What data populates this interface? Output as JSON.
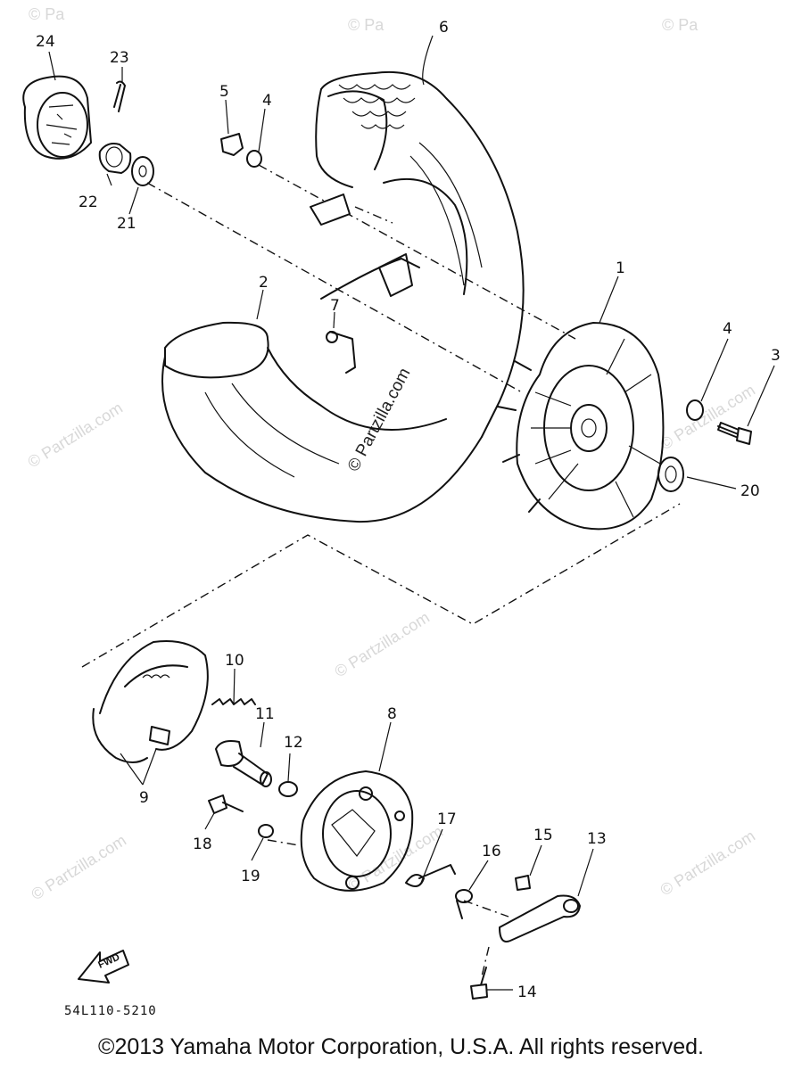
{
  "callouts": {
    "c1": "1",
    "c2": "2",
    "c3": "3",
    "c4a": "4",
    "c4b": "4",
    "c5": "5",
    "c6": "6",
    "c7": "7",
    "c8": "8",
    "c9": "9",
    "c10": "10",
    "c11": "11",
    "c12": "12",
    "c13": "13",
    "c14": "14",
    "c15": "15",
    "c16": "16",
    "c17": "17",
    "c18": "18",
    "c19": "19",
    "c20": "20",
    "c21": "21",
    "c22": "22",
    "c23": "23",
    "c24": "24"
  },
  "watermarks": {
    "wm1": "© Pa",
    "wm2": "© Pa",
    "wm3": "© Pa",
    "wm4": "© Partzilla.com",
    "wm5": "© Partzilla.com",
    "wm6": "© Partzilla.com",
    "wm7": "© Partzilla.com",
    "wm8": "© Partzilla.com",
    "wm9": "© Partzilla.com",
    "center": "© Partzilla.com"
  },
  "fwd_label": "FWD",
  "drawing_code": "54L110-5210",
  "copyright": "©2013 Yamaha Motor Corporation, U.S.A. All rights reserved."
}
